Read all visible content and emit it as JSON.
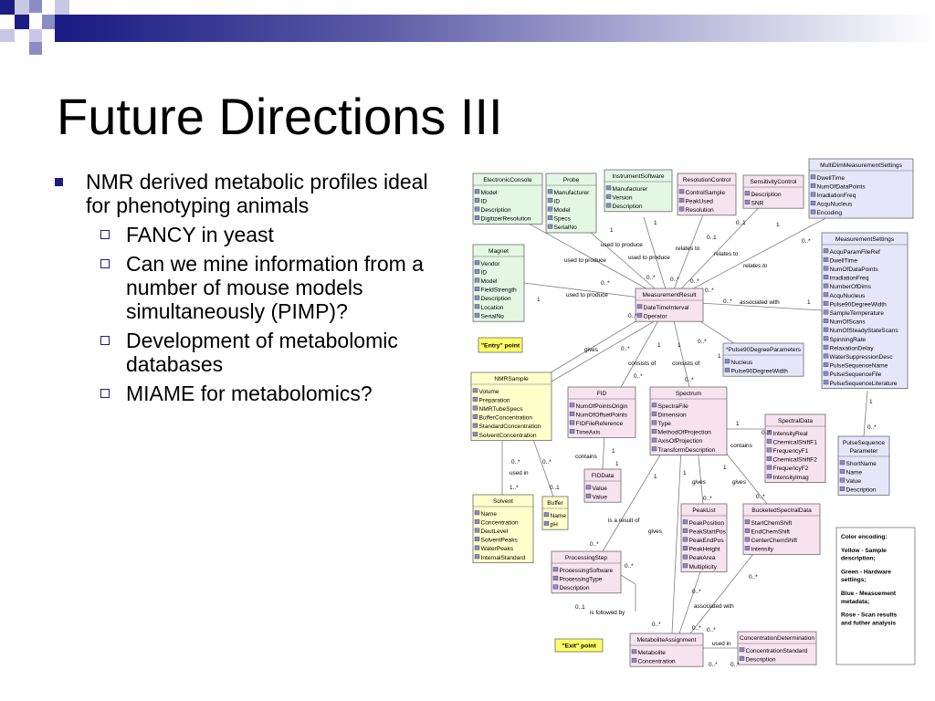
{
  "slide": {
    "title": "Future Directions III",
    "bullets": [
      {
        "text": "NMR derived metabolic profiles ideal for phenotyping animals",
        "sub": [
          "FANCY in yeast",
          "Can we mine information from a number of mouse models simultaneously (PIMP)?",
          "Development of metabolomic databases",
          "MIAME for metabolomics?"
        ]
      }
    ]
  },
  "colors": {
    "yellow": "#ffffcc",
    "green": "#e3f7e3",
    "blue": "#e6e6fb",
    "rose": "#f7e3ee",
    "title_bar": "#d9d9ef",
    "line": "#7d7d7d",
    "accent": "#1c1c84"
  },
  "diagram": {
    "classes": [
      {
        "id": "ElectronicConsole",
        "name": "ElectronicConsole",
        "color": "green",
        "attrs": [
          "Model",
          "ID",
          "Description",
          "DigitizerResolution"
        ]
      },
      {
        "id": "Probe",
        "name": "Probe",
        "color": "green",
        "attrs": [
          "Manufacturer",
          "ID",
          "Model",
          "Specs",
          "SerialNo"
        ]
      },
      {
        "id": "InstrumentSoftware",
        "name": "InstrumentSoftware",
        "color": "green",
        "attrs": [
          "Manufacturer",
          "Version",
          "Description"
        ]
      },
      {
        "id": "ResolutionControl",
        "name": "ResolutionControl",
        "color": "rose",
        "attrs": [
          "ControlSample",
          "PeakUsed",
          "Resolution"
        ]
      },
      {
        "id": "SensitivityControl",
        "name": "SensitivityControl",
        "color": "rose",
        "attrs": [
          "Description",
          "SNR"
        ]
      },
      {
        "id": "MultiDim",
        "name": "MultiDimMeasurementSettings",
        "color": "blue",
        "attrs": [
          "DwellTime",
          "NumOfDataPoints",
          "IrradiationFreq",
          "AcquNucleus",
          "Encoding"
        ]
      },
      {
        "id": "Magnet",
        "name": "Magnet",
        "color": "green",
        "attrs": [
          "Vendor",
          "ID",
          "Model",
          "FieldStrength",
          "Description",
          "Location",
          "SerialNo"
        ]
      },
      {
        "id": "MeasurementSettings",
        "name": "MeasurementSettings",
        "color": "blue",
        "attrs": [
          "AcquParamFileRef",
          "DwellTime",
          "NumOfDataPoints",
          "IrradiationFreq",
          "NumberOfDims",
          "AcquNucleus",
          "Pulse90DegreeWidth",
          "SampleTemperature",
          "NumOfScans",
          "NumOfSteadyStateScans",
          "SpinningRate",
          "RelaxationDelay",
          "WaterSuppressionDesc",
          "PulseSequenceName",
          "PulseSequenceFile",
          "PulseSequenceLiterature"
        ]
      },
      {
        "id": "MeasurementResult",
        "name": "MeasurementResult",
        "color": "rose",
        "attrs": [
          "DateTimeInterval",
          "Operator"
        ]
      },
      {
        "id": "Pulse90",
        "name": "*Pulse90DegreeParameters",
        "color": "blue",
        "attrs": [
          "Nucleus",
          "Pulse90DegreeWidth"
        ]
      },
      {
        "id": "NMRSample",
        "name": "NMRSample",
        "color": "yellow",
        "attrs": [
          "Volume",
          "Preparation",
          "NMRTubeSpecs",
          "BufferConcentration",
          "StandardConcentration",
          "SolventConcentration"
        ]
      },
      {
        "id": "FID",
        "name": "FID",
        "color": "rose",
        "attrs": [
          "NumOfPointsOrigin",
          "NumOfOffsetPoints",
          "FIDFileReference",
          "TimeAxis"
        ]
      },
      {
        "id": "Spectrum",
        "name": "Spectrum",
        "color": "rose",
        "attrs": [
          "SpectraFile",
          "Dimension",
          "Type",
          "MethodOfProjection",
          "AxisOfProjection",
          "TransformDescription"
        ]
      },
      {
        "id": "SpectralData",
        "name": "SpectralData",
        "color": "rose",
        "attrs": [
          "IntensityReal",
          "ChemicalShiftF1",
          "FrequencyF1",
          "ChemicalShiftF2",
          "FrequencyF2",
          "IntensityImag"
        ]
      },
      {
        "id": "PulseSequenceParameter",
        "name": "PulseSequence Parameter",
        "color": "blue",
        "attrs": [
          "ShortName",
          "Name",
          "Value",
          "Description"
        ]
      },
      {
        "id": "FIDData",
        "name": "FIDData",
        "color": "rose",
        "attrs": [
          "Value",
          "Value"
        ]
      },
      {
        "id": "Solvent",
        "name": "Solvent",
        "color": "yellow",
        "attrs": [
          "Name",
          "Concentration",
          "DeutLevel",
          "SolventPeaks",
          "WaterPeaks",
          "InternalStandard"
        ]
      },
      {
        "id": "Buffer",
        "name": "Buffer",
        "color": "yellow",
        "attrs": [
          "Name",
          "pH"
        ]
      },
      {
        "id": "PeakList",
        "name": "PeakList",
        "color": "rose",
        "attrs": [
          "PeakPosition",
          "PeakStartPos",
          "PeakEndPos",
          "PeakHeight",
          "PeakArea",
          "Multiplicity"
        ]
      },
      {
        "id": "BucketedSpectralData",
        "name": "BucketedSpectralData",
        "color": "rose",
        "attrs": [
          "StartChemShift",
          "EndChemShift",
          "CenterChemShift",
          "Intensity"
        ]
      },
      {
        "id": "ProcessingStep",
        "name": "ProcessingStep",
        "color": "rose",
        "attrs": [
          "ProcessingSoftware",
          "ProcessingType",
          "Description"
        ]
      },
      {
        "id": "MetaboliteAssignment",
        "name": "MetaboliteAssignment",
        "color": "rose",
        "attrs": [
          "Metabolite",
          "Concentration"
        ]
      },
      {
        "id": "ConcentrationDetermination",
        "name": "ConcentrationDetermination",
        "color": "rose",
        "attrs": [
          "ConcentrationStandard",
          "Description"
        ]
      }
    ],
    "notes": {
      "entry": "\"Entry\" point",
      "exit": "\"Exit\" point"
    },
    "legend": [
      "Color encoding:",
      "Yellow - Sample description;",
      "Green - Hardware settings;",
      "Blue - Measuement metadata;",
      "Rose - Scan results and futher analysis"
    ],
    "labels": {
      "used_to_produce": "used to produce",
      "relates_to": "relates to",
      "associated_with": "associated with",
      "gives": "gives",
      "consists_of": "consists of",
      "contains": "contains",
      "used_in": "used in",
      "is_a_result_of": "is a result of",
      "is_followed_by": "is followed by",
      "m1": "1",
      "m0n": "0..*",
      "m01": "0..1",
      "m1n": "1..*"
    }
  }
}
